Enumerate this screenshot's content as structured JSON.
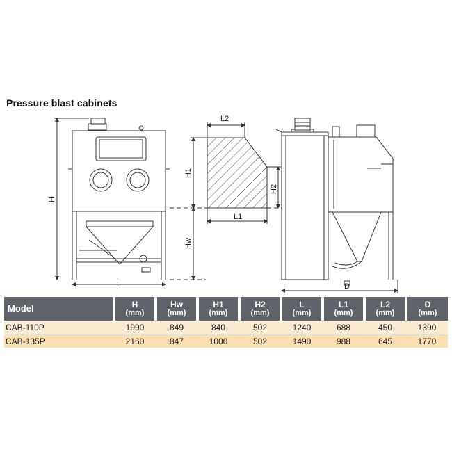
{
  "title": "Pressure blast cabinets",
  "dimension_labels": {
    "H": "H",
    "L": "L",
    "L2": "L2",
    "H1": "H1",
    "H2": "H2",
    "L1": "L1",
    "Hw": "Hw",
    "D": "D"
  },
  "table": {
    "header": [
      {
        "name": "Model",
        "unit": ""
      },
      {
        "name": "H",
        "unit": "(mm)"
      },
      {
        "name": "Hw",
        "unit": "(mm)"
      },
      {
        "name": "H1",
        "unit": "(mm)"
      },
      {
        "name": "H2",
        "unit": "(mm)"
      },
      {
        "name": "L",
        "unit": "(mm)"
      },
      {
        "name": "L1",
        "unit": "(mm)"
      },
      {
        "name": "L2",
        "unit": "(mm)"
      },
      {
        "name": "D",
        "unit": "(mm)"
      }
    ],
    "rows": [
      [
        "CAB-110P",
        "1990",
        "849",
        "840",
        "502",
        "1240",
        "688",
        "450",
        "1390"
      ],
      [
        "CAB-135P",
        "2160",
        "847",
        "1000",
        "502",
        "1490",
        "988",
        "645",
        "1770"
      ]
    ]
  },
  "colors": {
    "header_bg": "#5f646b",
    "row1_bg": "#fbecd1",
    "row2_bg": "#fbdfae",
    "line": "#333333"
  }
}
